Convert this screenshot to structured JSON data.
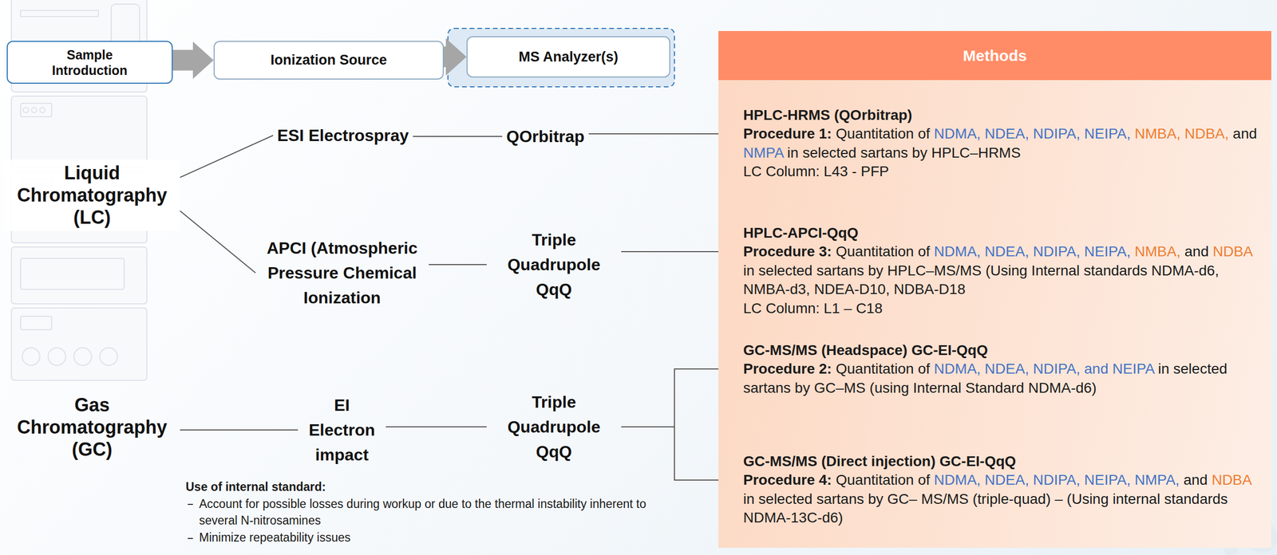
{
  "diagram": {
    "nodes": [
      {
        "text": [
          "Sample Introduction"
        ]
      },
      {
        "text": [
          "Ionization Source"
        ]
      },
      {
        "text": [
          "MS Analyzer(s)"
        ]
      },
      {
        "text": [
          "Methods"
        ]
      },
      {
        "text": [
          "Liquid Chromatography (LC)"
        ]
      },
      {
        "text": [
          "Gas Chromatography (GC)"
        ]
      },
      {
        "text": [
          "ESI Electrospray"
        ]
      },
      {
        "text": [
          "QOrbitrap"
        ]
      },
      {
        "text": [
          "APCI (Atmospheric Pressure Chemical Ionization"
        ]
      },
      {
        "text": [
          "Triple Quadrupole QqQ"
        ]
      },
      {
        "text": [
          "EI Electron impact"
        ]
      },
      {
        "text": [
          "Triple Quadrupole QqQ"
        ]
      },
      {
        "text": [
          "HPLC-HRMS (QOrbitrap)",
          "Procedure 1:",
          "Quantitation of",
          "NDMA, NDEA, NDIPA, NEIPA,",
          "NMBA,",
          "NDBA,",
          "and",
          "NMPA",
          "in selected sartans by HPLC–HRMS",
          "LC Column: L43 - PFP"
        ],
        "in": 3
      },
      {
        "text": [
          "HPLC-APCI-QqQ",
          "Procedure 3:",
          "Quantitation of",
          "NDMA, NDEA, NDIPA, NEIPA,",
          "NMBA,",
          "and",
          "NDBA",
          "in selected sartans by HPLC–MS/MS (Using Internal standards NDMA-d6, NMBA-d3, NDEA-D10, NDBA-D18",
          "LC Column: L1 – C18"
        ],
        "in": 3
      },
      {
        "text": [
          "GC-MS/MS (Headspace) GC-EI-QqQ",
          "Procedure 2:",
          "Quantitation of",
          "NDMA, NDEA, NDIPA, and NEIPA",
          "in selected sartans by GC–MS (using Internal Standard NDMA-d6)"
        ],
        "in": 3
      },
      {
        "text": [
          "GC-MS/MS (Direct injection) GC-EI-QqQ",
          "Procedure 4:",
          "Quantitation of",
          "NDMA, NDEA, NDIPA, NEIPA,",
          "NMPA,",
          "and",
          "NDBA",
          "in selected sartans by GC– MS/MS (triple-quad) – (Using internal standards NDMA-13C-d6)"
        ],
        "in": 3
      }
    ],
    "edges": [
      {
        "from": 0,
        "to": 1,
        "arrow": "to"
      },
      {
        "from": 1,
        "to": 2,
        "arrow": "to"
      },
      {
        "from": 4,
        "to": 6,
        "arrow": "none"
      },
      {
        "from": 4,
        "to": 8,
        "arrow": "none"
      },
      {
        "from": 6,
        "to": 7,
        "arrow": "none"
      },
      {
        "from": 8,
        "to": 9,
        "arrow": "none"
      },
      {
        "from": 5,
        "to": 10,
        "arrow": "none"
      },
      {
        "from": 10,
        "to": 11,
        "arrow": "none"
      },
      {
        "from": 7,
        "to": 12,
        "arrow": "none"
      },
      {
        "from": 9,
        "to": 13,
        "arrow": "none"
      },
      {
        "from": 11,
        "to": 14,
        "arrow": "none"
      },
      {
        "from": 11,
        "to": 15,
        "arrow": "none"
      }
    ],
    "labels": [
      "Use of internal standard:",
      "Account for possible losses during workup or due to the thermal instability inherent to several N-nitrosamines",
      "Minimize repeatability issues"
    ]
  }
}
